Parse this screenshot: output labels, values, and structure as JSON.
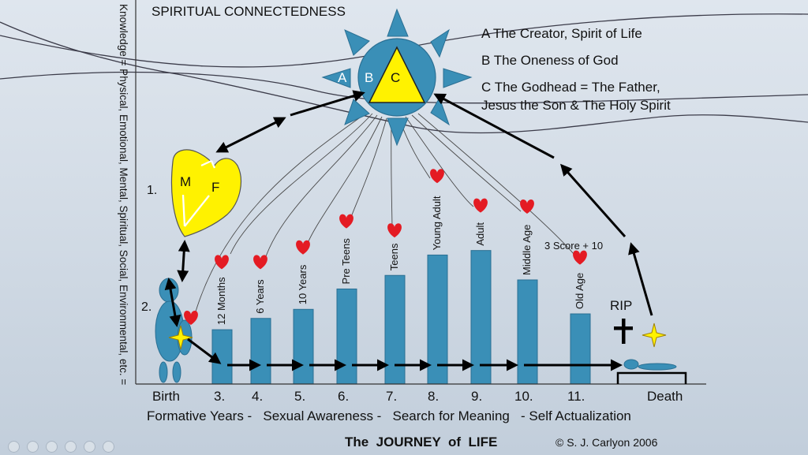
{
  "title": "SPIRITUAL CONNECTEDNESS",
  "vertical_label": "Knowledge = Physical, Emotional, Mental, Spiritual, Social, Environmental, etc. =",
  "sun": {
    "a": "A",
    "b": "B",
    "c": "C"
  },
  "legend": [
    "A  The Creator, Spirit of Life",
    "B  The Oneness of God",
    "C  The Godhead = The Father,",
    "Jesus the Son & The Holy Spirit"
  ],
  "heart": {
    "m": "M",
    "f": "F"
  },
  "markers": {
    "one": "1.",
    "two": "2."
  },
  "bars": [
    {
      "label": "12 Months",
      "level": 0.24
    },
    {
      "label": "6 Years",
      "level": 0.29
    },
    {
      "label": "10 Years",
      "level": 0.33
    },
    {
      "label": "Pre Teens",
      "level": 0.42
    },
    {
      "label": "Teens",
      "level": 0.48
    },
    {
      "label": "Young Adult",
      "level": 0.57
    },
    {
      "label": "Adult",
      "level": 0.59
    },
    {
      "label": "Middle Age",
      "level": 0.46
    },
    {
      "label": "Old Age",
      "level": 0.31
    }
  ],
  "score_label": "3 Score + 10",
  "rip": "RIP",
  "axis_labels": [
    "Birth",
    "3.",
    "4.",
    "5.",
    "6.",
    "7.",
    "8.",
    "9.",
    "10.",
    "11.",
    "Death"
  ],
  "stages": "Formative Years -   Sexual Awareness -   Search for Meaning   - Self Actualization",
  "footer_title": "The  JOURNEY  of  LIFE",
  "copyright": "© S. J. Carlyon 2006",
  "colors": {
    "bar": "#3a8fb7",
    "heart": "#e41b23",
    "yellow": "#fff200",
    "sun": "#3a8fb7"
  }
}
